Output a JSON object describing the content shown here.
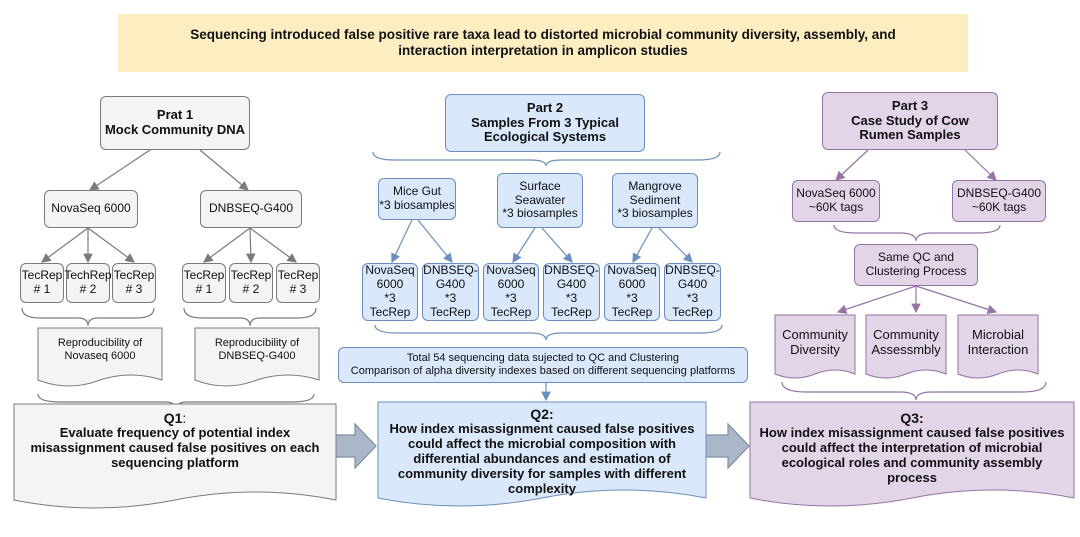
{
  "title": "Sequencing introduced false positive rare taxa lead to distorted microbial community diversity, assembly, and\ninteraction interpretation in amplicon studies",
  "part1": {
    "title": "Prat 1\nMock Community DNA",
    "platforms": [
      "NovaSeq 6000",
      "DNBSEQ-G400"
    ],
    "reps_a": [
      "TecRep\n# 1",
      "TechRep\n# 2",
      "TecRep\n# 3"
    ],
    "reps_b": [
      "TecRep\n# 1",
      "TecRep\n# 2",
      "TecRep\n# 3"
    ],
    "docs": [
      "Reproducibility of\nNovaseq 6000",
      "Reproducibility of\nDNBSEQ-G400"
    ],
    "q_label": "Q1",
    "q_colon": ":",
    "q_text": "Evaluate frequency of potential index\nmisassignment caused false positives on each\nsequencing platform"
  },
  "part2": {
    "title": "Part 2\nSamples From 3 Typical\nEcological Systems",
    "systems": [
      "Mice Gut\n*3 biosamples",
      "Surface\nSeawater\n*3 biosamples",
      "Mangrove\nSediment\n*3 biosamples"
    ],
    "platform_boxes": [
      "NovaSeq\n6000\n*3 TecRep",
      "DNBSEQ-\nG400\n*3 TecRep",
      "NovaSeq\n6000\n*3 TecRep",
      "DNBSEQ-\nG400\n*3 TecRep",
      "NovaSeq\n6000\n*3 TecRep",
      "DNBSEQ-\nG400\n*3 TecRep"
    ],
    "summary": "Total 54 sequencing data sujected to QC and Clustering\nComparison of alpha diversity indexes based on different sequencing platforms",
    "q_label": "Q2:",
    "q_text": "How index misassignment caused false positives\ncould affect the microbial composition with\ndifferential abundances and estimation of\ncommunity diversity for samples with different\ncomplexity"
  },
  "part3": {
    "title": "Part 3\nCase Study of Cow\nRumen Samples",
    "platforms": [
      "NovaSeq 6000\n~60K tags",
      "DNBSEQ-G400\n~60K tags"
    ],
    "process": "Same QC and\nClustering Process",
    "docs": [
      "Community\nDiversity",
      "Community\nAssessmbly",
      "Microbial\nInteraction"
    ],
    "q_label": "Q3:",
    "q_text": "How index misassignment caused false positives\ncould affect the interpretation of microbial\necological roles and community assembly\nprocess"
  },
  "colors": {
    "banner": "#fdeec2",
    "gray_fill": "#f4f4f4",
    "gray_stroke": "#7a7a7a",
    "blue_fill": "#dae8fc",
    "blue_stroke": "#6c8ebf",
    "purple_fill": "#e1d5e7",
    "purple_stroke": "#9673a6"
  }
}
